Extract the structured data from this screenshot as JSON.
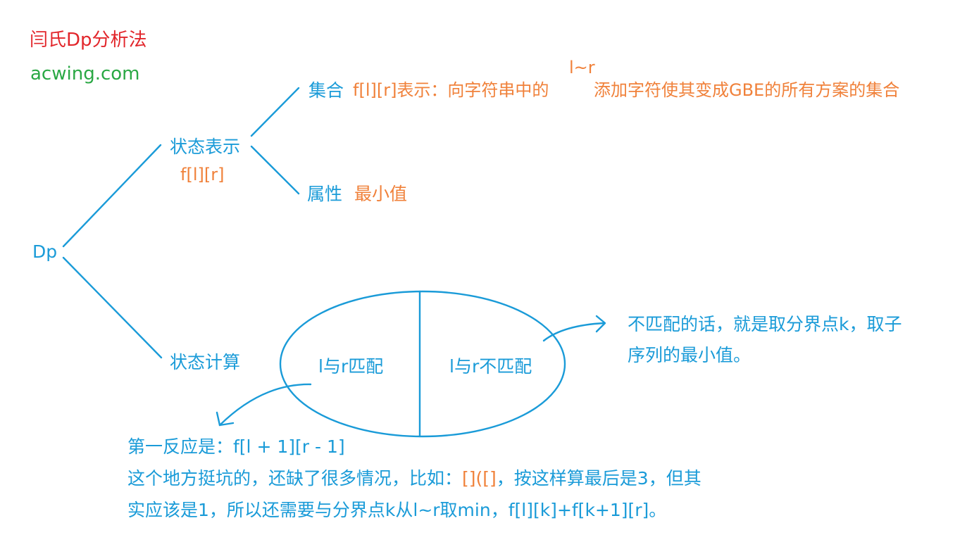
{
  "header": {
    "title": "闫氏Dp分析法",
    "site": "acwing.com"
  },
  "root": {
    "label": "Dp"
  },
  "state_repr": {
    "label": "状态表示",
    "notation": "f[l][r]",
    "set": {
      "label": "集合",
      "desc_start": "f[l][r]表示：向字符串中的",
      "range": "l~r",
      "desc_end": "添加字符使其变成GBE的所有方案的集合"
    },
    "attribute": {
      "label": "属性",
      "value": "最小值"
    }
  },
  "state_calc": {
    "label": "状态计算",
    "match": "l与r匹配",
    "nomatch": "l与r不匹配",
    "nomatch_note_line1": "不匹配的话，就是取分界点k，取子",
    "nomatch_note_line2": "序列的最小值。",
    "match_note_line1": "第一反应是：f[l + 1][r - 1]",
    "match_note_line2_a": "这个地方挺坑的，还缺了很多情况，比如：",
    "match_note_line2_example": "[]([]",
    "match_note_line2_b": "，按这样算最后是3，但其",
    "match_note_line3": "实应该是1，所以还需要与分界点k从l~r取min，f[l][k]+f[k+1][r]。"
  },
  "colors": {
    "title": "#e2262b",
    "site": "#2aa844",
    "stroke": "#1a9bd8",
    "highlight": "#f0813a"
  }
}
